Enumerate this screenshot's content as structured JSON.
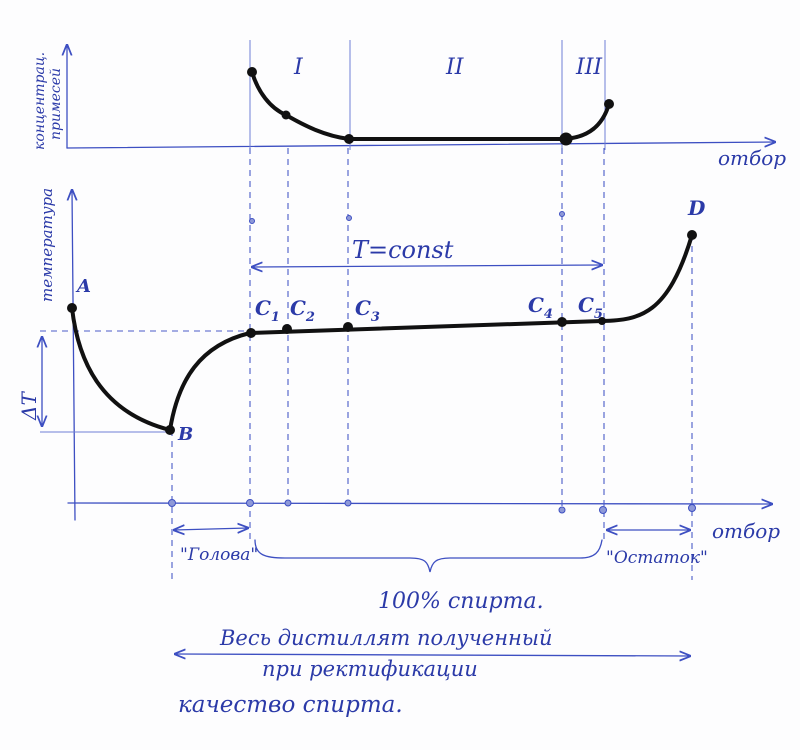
{
  "top_graph": {
    "y_label_line1": "концентрац.",
    "y_label_line2": "примесей",
    "x_label": "отбор",
    "zones": [
      "I",
      "II",
      "III"
    ]
  },
  "main_graph": {
    "y_label": "температура",
    "x_label": "отбор",
    "points": {
      "A": "A",
      "B": "B",
      "D": "D"
    },
    "c_points": [
      {
        "base": "C",
        "sub": "1"
      },
      {
        "base": "C",
        "sub": "2"
      },
      {
        "base": "C",
        "sub": "3"
      },
      {
        "base": "C",
        "sub": "4"
      },
      {
        "base": "C",
        "sub": "5"
      }
    ],
    "delta_label": "ΔT",
    "t_const_label": "T=const"
  },
  "annotations": {
    "head": "\"Голова\"",
    "residue": "\"Остаток\"",
    "alcohol_100": "100% спирта.",
    "distillate_line1": "Весь дистиллят полученный",
    "distillate_line2": "при ректификации",
    "quality": "качество спирта."
  },
  "colors": {
    "ink": "#2b3aa8",
    "curve": "#111111",
    "paper": "#fdfdfe"
  }
}
